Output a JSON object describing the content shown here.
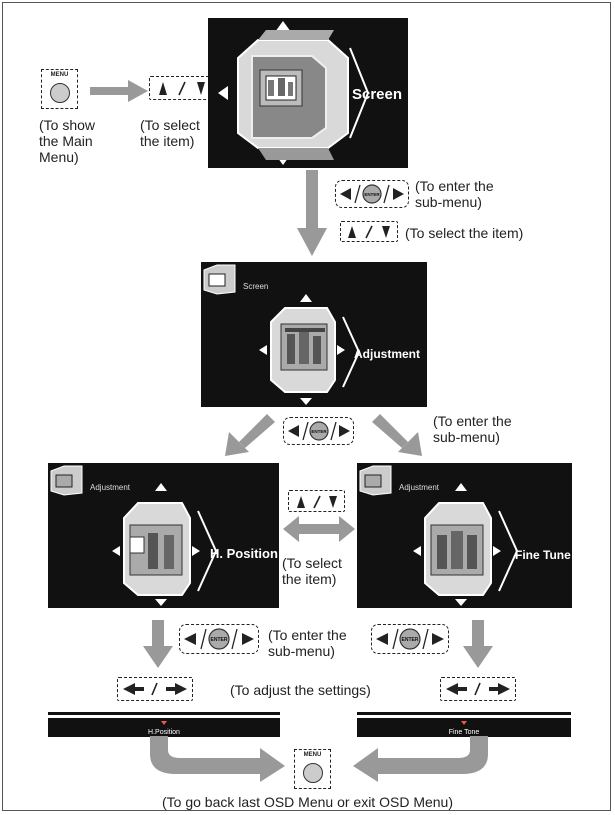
{
  "top": {
    "menu_caption": "(To show\nthe Main\nMenu)",
    "select_caption": "(To select\nthe item)",
    "screen_title": "Screen"
  },
  "step2": {
    "enter_caption": "(To enter the\nsub-menu)",
    "select_caption": "(To select the item)"
  },
  "adjustment_screen": {
    "small_title": "Screen",
    "title": "Adjustment"
  },
  "step3": {
    "enter_caption": "(To enter the\nsub-menu)",
    "select_caption": "(To select\nthe item)"
  },
  "left_screen": {
    "small_title": "Adjustment",
    "title": "H. Position"
  },
  "right_screen": {
    "small_title": "Adjustment",
    "title": "Fine Tune"
  },
  "step4": {
    "enter_caption": "(To enter the\nsub-menu)",
    "adjust_caption": "(To adjust the settings)"
  },
  "sliders": {
    "left_label": "H.Position",
    "right_label": "Fine Tone"
  },
  "buttons": {
    "menu_label": "MENU",
    "enter_label": "ENTER"
  },
  "footer": {
    "caption": "(To go back last OSD Menu or exit OSD Menu)"
  }
}
